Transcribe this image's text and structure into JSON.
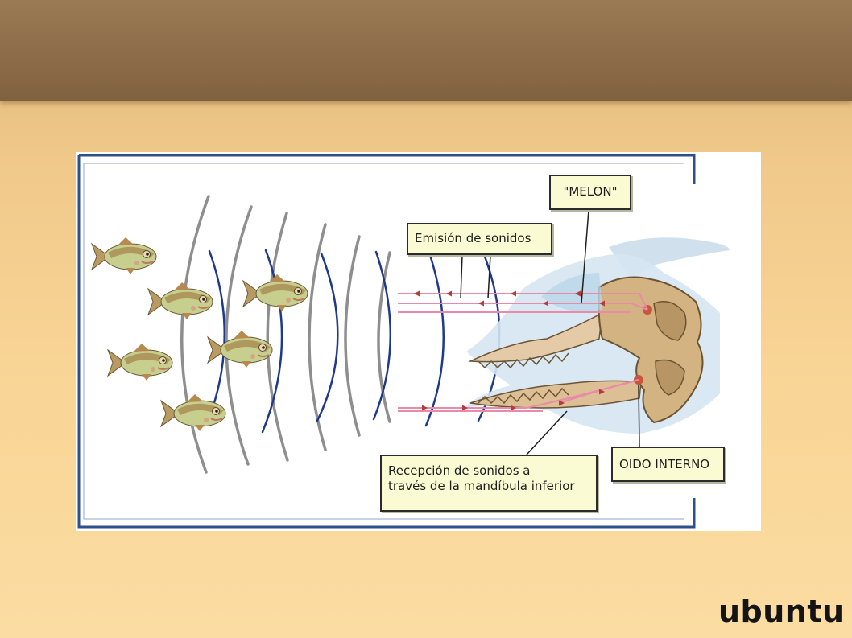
{
  "slide": {
    "diagram": {
      "labels": {
        "melon": "\"MELON\"",
        "emission": "Emisión de sonidos",
        "inner_ear": "OIDO INTERNO",
        "reception_line1": "Recepción de sonidos a",
        "reception_line2": "través de la mandíbula inferior"
      }
    },
    "logo": "ubuntu"
  },
  "colors": {
    "header": "#8c6c48",
    "slide_background": "#f9d596",
    "frame_blue": "#2d4f8c",
    "outgoing_wave_gray": "#8e8e8e",
    "returning_wave_blue": "#1f3a8a",
    "signal_pink": "#e88aa8",
    "label_fill": "#fafbd2"
  },
  "icons": [
    "fish-icon",
    "dolphin-skull-icon"
  ]
}
